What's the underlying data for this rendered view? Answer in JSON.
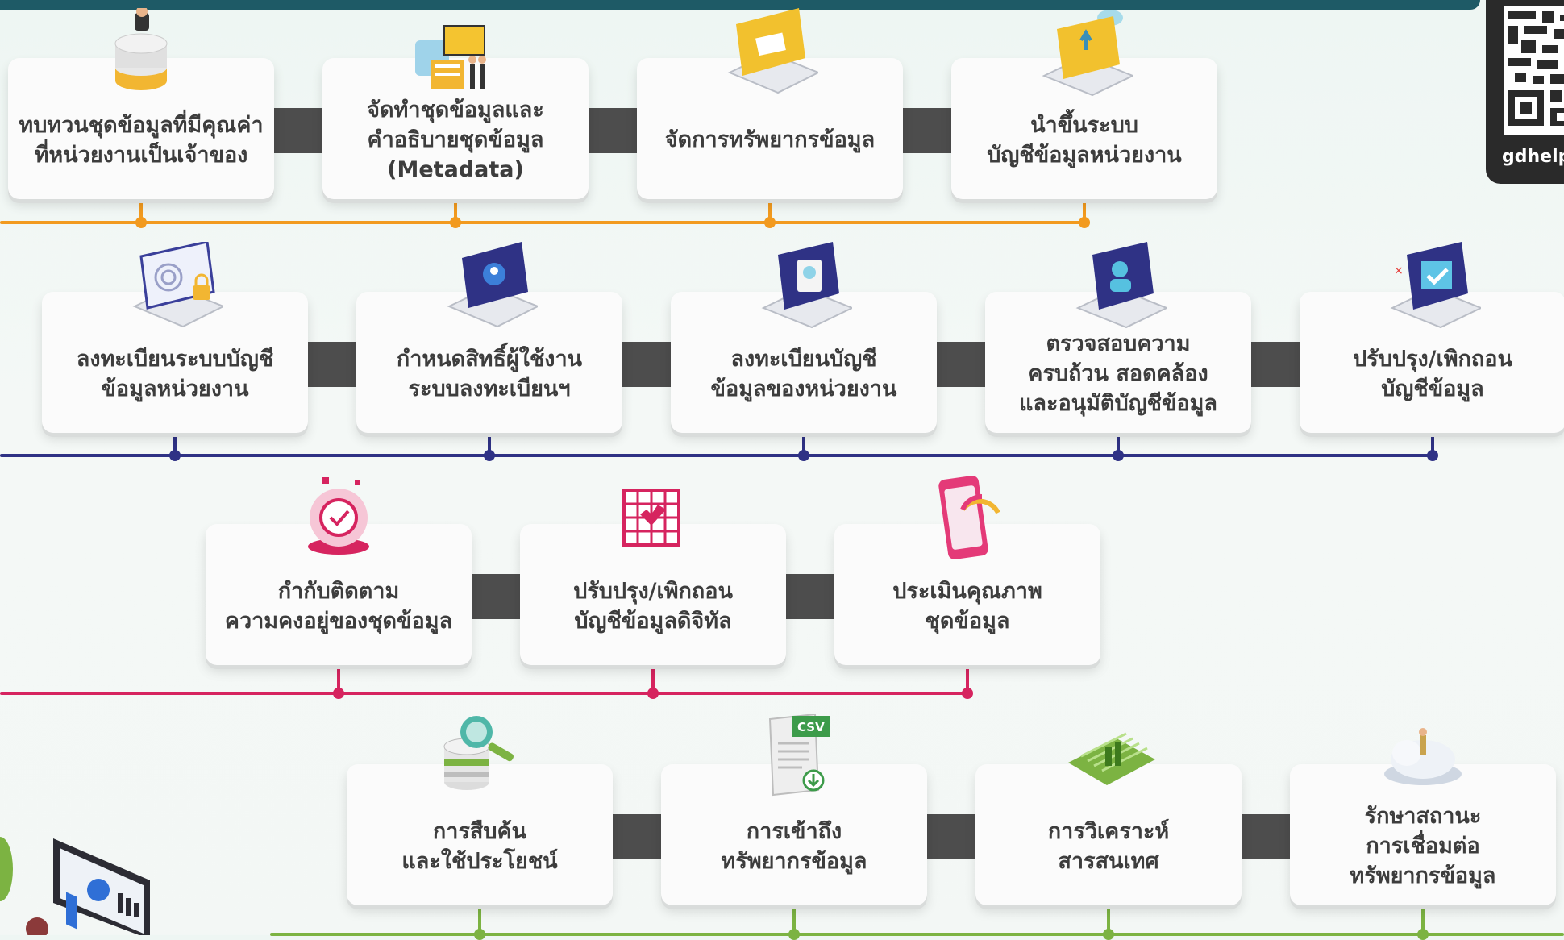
{
  "qr": {
    "label": "gdhelpp"
  },
  "rows": [
    {
      "color": "#f29a1f",
      "steps": [
        {
          "label": "ทบทวนชุดข้อมูลที่มีคุณค่า\nที่หน่วยงานเป็นเจ้าของ",
          "icon": "database-user-icon"
        },
        {
          "label": "จัดทำชุดข้อมูลและ\nคำอธิบายชุดข้อมูล\n(Metadata)",
          "icon": "metadata-server-icon"
        },
        {
          "label": "จัดการทรัพยากรข้อมูล",
          "icon": "laptop-folder-icon"
        },
        {
          "label": "นำขึ้นระบบ\nบัญชีข้อมูลหน่วยงาน",
          "icon": "laptop-upload-icon"
        }
      ]
    },
    {
      "color": "#2f3285",
      "steps": [
        {
          "label": "ลงทะเบียนระบบบัญชี\nข้อมูลหน่วยงาน",
          "icon": "laptop-fingerprint-icon"
        },
        {
          "label": "กำหนดสิทธิ์ผู้ใช้งาน\nระบบลงทะเบียนฯ",
          "icon": "laptop-user-icon"
        },
        {
          "label": "ลงทะเบียนบัญชี\nข้อมูลของหน่วยงาน",
          "icon": "laptop-clipboard-icon"
        },
        {
          "label": "ตรวจสอบความ\nครบถ้วน สอดคล้อง\nและอนุมัติบัญชีข้อมูล",
          "icon": "laptop-checker-icon"
        },
        {
          "label": "ปรับปรุง/เพิกถอน\nบัญชีข้อมูล",
          "icon": "laptop-check-icon"
        }
      ]
    },
    {
      "color": "#d6245f",
      "steps": [
        {
          "label": "กำกับติดตาม\nความคงอยู่ของชุดข้อมูล",
          "icon": "globe-clock-icon"
        },
        {
          "label": "ปรับปรุง/เพิกถอน\nบัญชีข้อมูลดิจิทัล",
          "icon": "grid-check-icon"
        },
        {
          "label": "ประเมินคุณภาพ\nชุดข้อมูล",
          "icon": "phone-gauge-icon"
        }
      ]
    },
    {
      "color": "#7cb342",
      "steps": [
        {
          "label": "การสืบค้น\nและใช้ประโยชน์",
          "icon": "database-search-icon"
        },
        {
          "label": "การเข้าถึง\nทรัพยากรข้อมูล",
          "icon": "csv-download-icon"
        },
        {
          "label": "การวิเคราะห์\nสารสนเทศ",
          "icon": "calendar-chart-icon"
        },
        {
          "label": "รักษาสถานะ\nการเชื่อมต่อ\nทรัพยากรข้อมูล",
          "icon": "cloud-person-icon"
        }
      ]
    }
  ]
}
